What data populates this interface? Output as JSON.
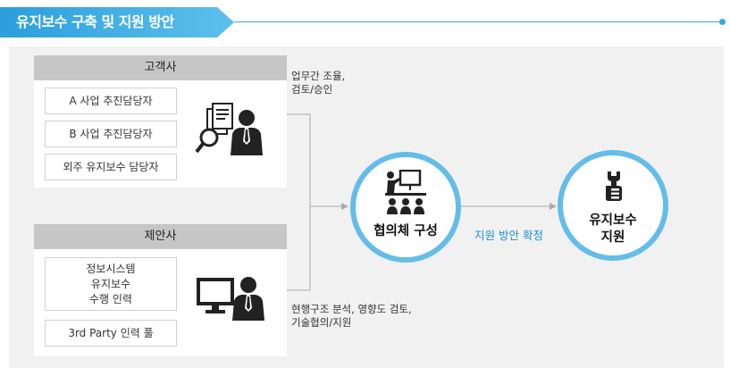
{
  "header": {
    "title": "유지보수 구축 및 지원 방안"
  },
  "client_box": {
    "title": "고객사",
    "items": [
      "A 사업 추진담당자",
      "B 사업 추진담당자",
      "외주 유지보수 담당자"
    ],
    "icon": "manager-with-documents-icon"
  },
  "proposer_box": {
    "title": "제안사",
    "items": [
      "정보시스템\n유지보수\n수행 인력",
      "3rd Party 인력 풀"
    ],
    "icon": "monitor-worker-icon"
  },
  "notes": {
    "top": "업무간 조율,\n검토/승인",
    "bottom": "현행구조 분석, 영향도 검토,\n기술협의/지원"
  },
  "council": {
    "label": "협의체 구성",
    "icon": "presentation-meeting-icon"
  },
  "connector_label": "지원 방안 확정",
  "support": {
    "label": "유지보수\n지원",
    "icon": "hand-wrench-icon"
  },
  "colors": {
    "accent": "#39a8e0",
    "circle_border": "#64bde8",
    "panel": "#f1f1f1",
    "box_header": "#c6c6c6",
    "connector_text": "#1a8fd0"
  }
}
